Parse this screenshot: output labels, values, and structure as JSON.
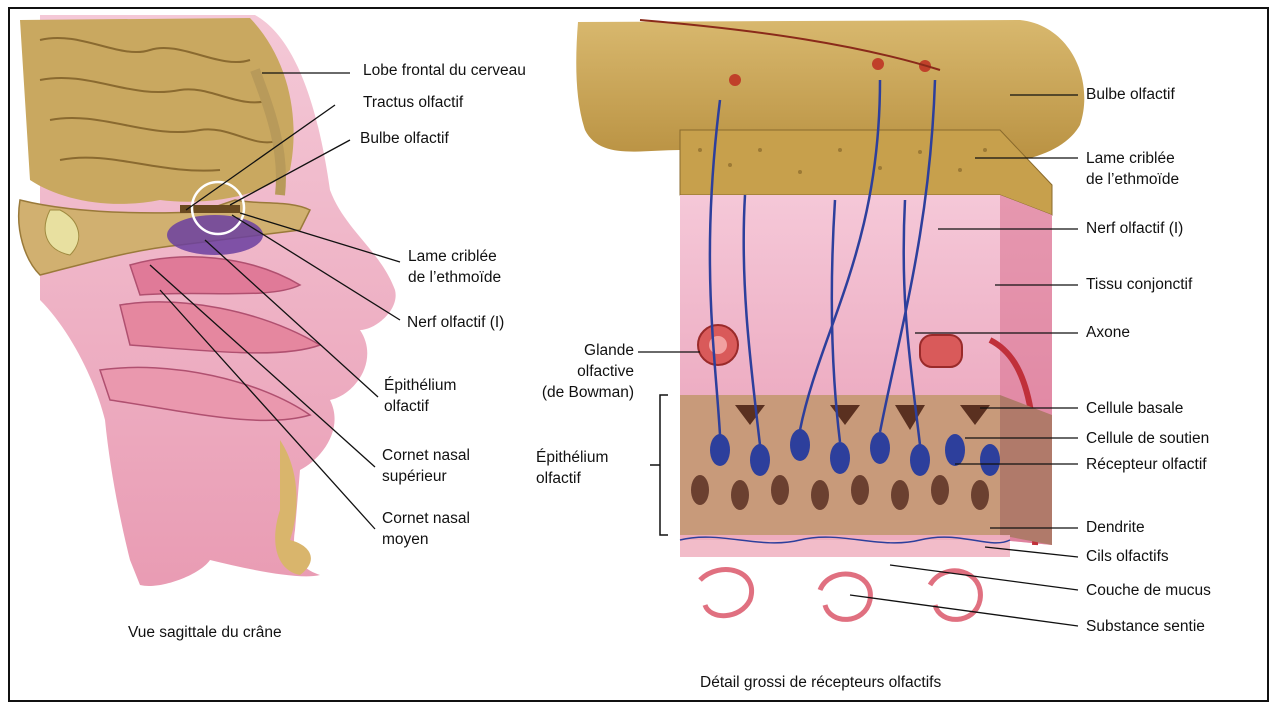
{
  "left_panel": {
    "caption": "Vue sagittale du crâne",
    "labels": {
      "lobe_frontal": "Lobe frontal du cerveau",
      "tractus": "Tractus olfactif",
      "bulbe": "Bulbe olfactif",
      "lame": "Lame criblée\nde l’ethmoïde",
      "nerf": "Nerf olfactif (I)",
      "epithelium": "Épithélium\nolfactif",
      "cornet_sup": "Cornet nasal\nsupérieur",
      "cornet_moy": "Cornet nasal\nmoyen"
    }
  },
  "right_panel": {
    "caption": "Détail grossi de récepteurs olfactifs",
    "labels": {
      "bulbe": "Bulbe olfactif",
      "lame": "Lame criblée\nde l’ethmoïde",
      "nerf": "Nerf olfactif (I)",
      "tissu": "Tissu conjonctif",
      "axone": "Axone",
      "glande": "Glande\nolfactive\n(de Bowman)",
      "epithelium": "Épithélium\nolfactif",
      "cellule_basale": "Cellule basale",
      "cellule_soutien": "Cellule de soutien",
      "recepteur": "Récepteur olfactif",
      "dendrite": "Dendrite",
      "cils": "Cils olfactifs",
      "mucus": "Couche de mucus",
      "substance": "Substance sentie"
    }
  },
  "colors": {
    "bone": "#c9a457",
    "pink_tissue": "#eaa0b4",
    "deep_pink": "#d9607e",
    "brain": "#c8a460",
    "nerve_blue": "#2d3f9c",
    "purple": "#6b3fa0"
  }
}
